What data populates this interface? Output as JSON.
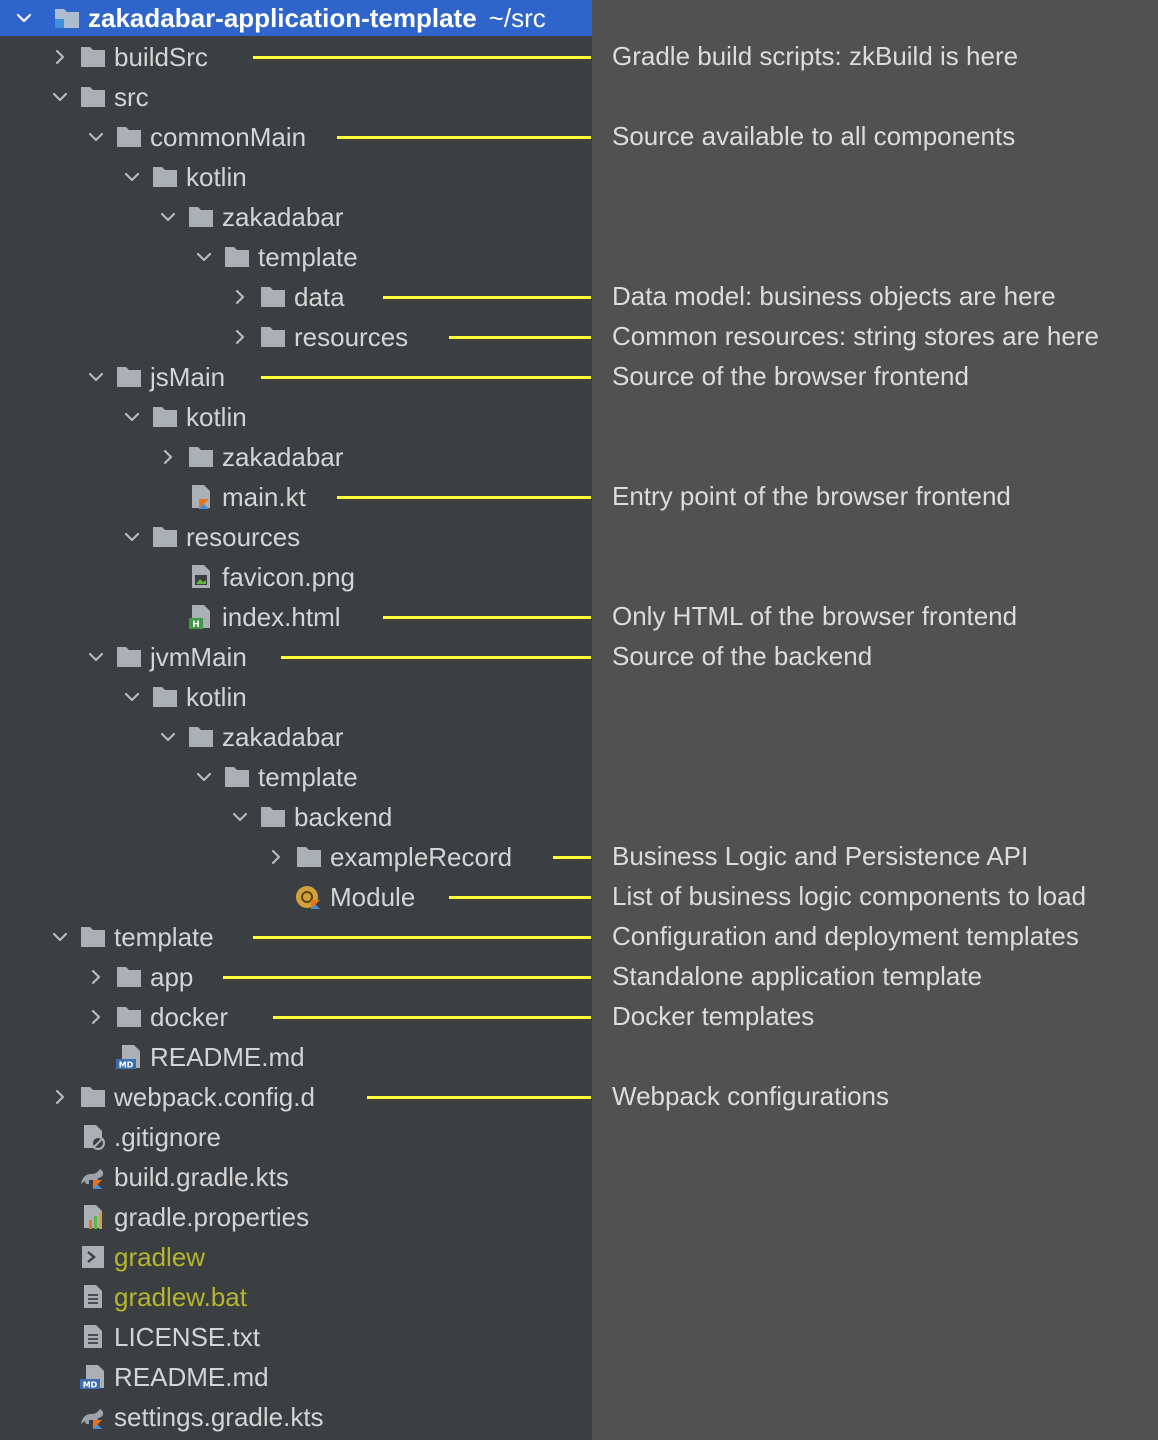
{
  "colors": {
    "tree_background": "#3c3f41",
    "notes_background": "#515151",
    "selection": "#2f65ca",
    "connector": "#ffff33",
    "text": "#d4d4d4",
    "untracked_file_text": "#b5b52f",
    "kotlin_badge": "#e8731d"
  },
  "project": {
    "name": "zakadabar-application-template",
    "path": "~/src"
  },
  "tree": [
    {
      "label": "buildSrc",
      "expanded": false,
      "icon": "folder-icon"
    },
    {
      "label": "src",
      "expanded": true,
      "icon": "folder-icon"
    },
    {
      "label": "commonMain",
      "expanded": true,
      "icon": "folder-icon"
    },
    {
      "label": "kotlin",
      "expanded": true,
      "icon": "folder-icon"
    },
    {
      "label": "zakadabar",
      "expanded": true,
      "icon": "folder-icon"
    },
    {
      "label": "template",
      "expanded": true,
      "icon": "folder-icon"
    },
    {
      "label": "data",
      "expanded": false,
      "icon": "folder-icon"
    },
    {
      "label": "resources",
      "expanded": false,
      "icon": "folder-icon"
    },
    {
      "label": "jsMain",
      "expanded": true,
      "icon": "folder-icon"
    },
    {
      "label": "kotlin",
      "expanded": true,
      "icon": "folder-icon"
    },
    {
      "label": "zakadabar",
      "expanded": false,
      "icon": "folder-icon"
    },
    {
      "label": "main.kt",
      "expanded": null,
      "icon": "kotlin-file-icon"
    },
    {
      "label": "resources",
      "expanded": true,
      "icon": "folder-icon"
    },
    {
      "label": "favicon.png",
      "expanded": null,
      "icon": "image-file-icon"
    },
    {
      "label": "index.html",
      "expanded": null,
      "icon": "html-file-icon"
    },
    {
      "label": "jvmMain",
      "expanded": true,
      "icon": "folder-icon"
    },
    {
      "label": "kotlin",
      "expanded": true,
      "icon": "folder-icon"
    },
    {
      "label": "zakadabar",
      "expanded": true,
      "icon": "folder-icon"
    },
    {
      "label": "template",
      "expanded": true,
      "icon": "folder-icon"
    },
    {
      "label": "backend",
      "expanded": true,
      "icon": "folder-icon"
    },
    {
      "label": "exampleRecord",
      "expanded": false,
      "icon": "folder-icon"
    },
    {
      "label": "Module",
      "expanded": null,
      "icon": "kotlin-object-icon"
    },
    {
      "label": "template",
      "expanded": true,
      "icon": "folder-icon"
    },
    {
      "label": "app",
      "expanded": false,
      "icon": "folder-icon"
    },
    {
      "label": "docker",
      "expanded": false,
      "icon": "folder-icon"
    },
    {
      "label": "README.md",
      "expanded": null,
      "icon": "markdown-file-icon"
    },
    {
      "label": "webpack.config.d",
      "expanded": false,
      "icon": "folder-icon"
    },
    {
      "label": ".gitignore",
      "expanded": null,
      "icon": "ignore-file-icon"
    },
    {
      "label": "build.gradle.kts",
      "expanded": null,
      "icon": "gradle-kotlin-icon"
    },
    {
      "label": "gradle.properties",
      "expanded": null,
      "icon": "properties-file-icon"
    },
    {
      "label": "gradlew",
      "expanded": null,
      "icon": "shell-script-icon",
      "untracked": true
    },
    {
      "label": "gradlew.bat",
      "expanded": null,
      "icon": "text-file-icon",
      "untracked": true
    },
    {
      "label": "LICENSE.txt",
      "expanded": null,
      "icon": "text-file-icon"
    },
    {
      "label": "README.md",
      "expanded": null,
      "icon": "markdown-file-icon"
    },
    {
      "label": "settings.gradle.kts",
      "expanded": null,
      "icon": "gradle-kotlin-icon"
    }
  ],
  "annotations": [
    {
      "item": 0,
      "text": "Gradle build scripts: zkBuild is here"
    },
    {
      "item": 2,
      "text": "Source available to all components"
    },
    {
      "item": 6,
      "text": "Data model: business objects are here"
    },
    {
      "item": 7,
      "text": "Common resources: string stores are here"
    },
    {
      "item": 8,
      "text": "Source of the browser frontend"
    },
    {
      "item": 11,
      "text": "Entry point of the browser frontend"
    },
    {
      "item": 14,
      "text": "Only HTML of the browser frontend"
    },
    {
      "item": 15,
      "text": "Source of the backend"
    },
    {
      "item": 20,
      "text": "Business Logic and Persistence API"
    },
    {
      "item": 21,
      "text": "List of business logic components to load"
    },
    {
      "item": 22,
      "text": "Configuration and deployment templates"
    },
    {
      "item": 23,
      "text": "Standalone application template"
    },
    {
      "item": 24,
      "text": "Docker templates"
    },
    {
      "item": 26,
      "text": "Webpack configurations"
    }
  ]
}
